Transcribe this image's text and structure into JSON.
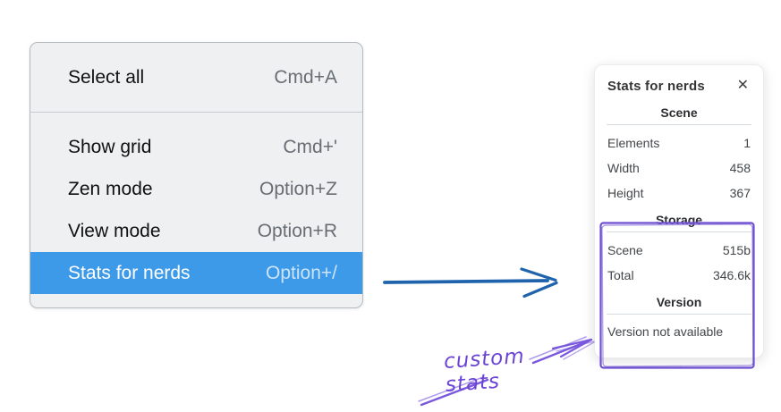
{
  "menu": {
    "items": [
      {
        "label": "Select all",
        "shortcut": "Cmd+A"
      },
      {
        "label": "Show grid",
        "shortcut": "Cmd+'"
      },
      {
        "label": "Zen mode",
        "shortcut": "Option+Z"
      },
      {
        "label": "View mode",
        "shortcut": "Option+R"
      },
      {
        "label": "Stats for nerds",
        "shortcut": "Option+/"
      }
    ]
  },
  "stats_panel": {
    "title": "Stats for nerds",
    "close_glyph": "✕",
    "scene": {
      "heading": "Scene",
      "rows": [
        {
          "label": "Elements",
          "value": "1"
        },
        {
          "label": "Width",
          "value": "458"
        },
        {
          "label": "Height",
          "value": "367"
        }
      ]
    },
    "storage": {
      "heading": "Storage",
      "rows": [
        {
          "label": "Scene",
          "value": "515b"
        },
        {
          "label": "Total",
          "value": "346.6k"
        }
      ]
    },
    "version": {
      "heading": "Version",
      "note": "Version not available"
    }
  },
  "annotation": {
    "label": "custom stats"
  },
  "colors": {
    "menu_highlight": "#3d9ae8",
    "arrow_blue": "#1e63ac",
    "annotation_purple": "#6d4fd0"
  }
}
